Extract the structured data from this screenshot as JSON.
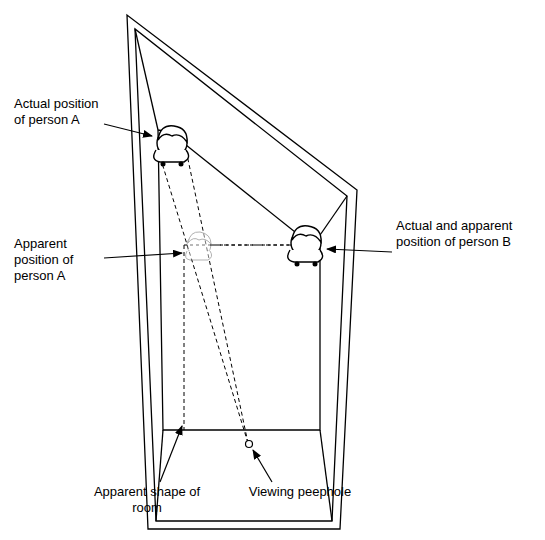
{
  "diagram": {
    "labels": [
      "Actual position of person A",
      "Apparent position of person A",
      "Actual and apparent position of person B",
      "Apparent shape of room",
      "Viewing peephole"
    ]
  }
}
